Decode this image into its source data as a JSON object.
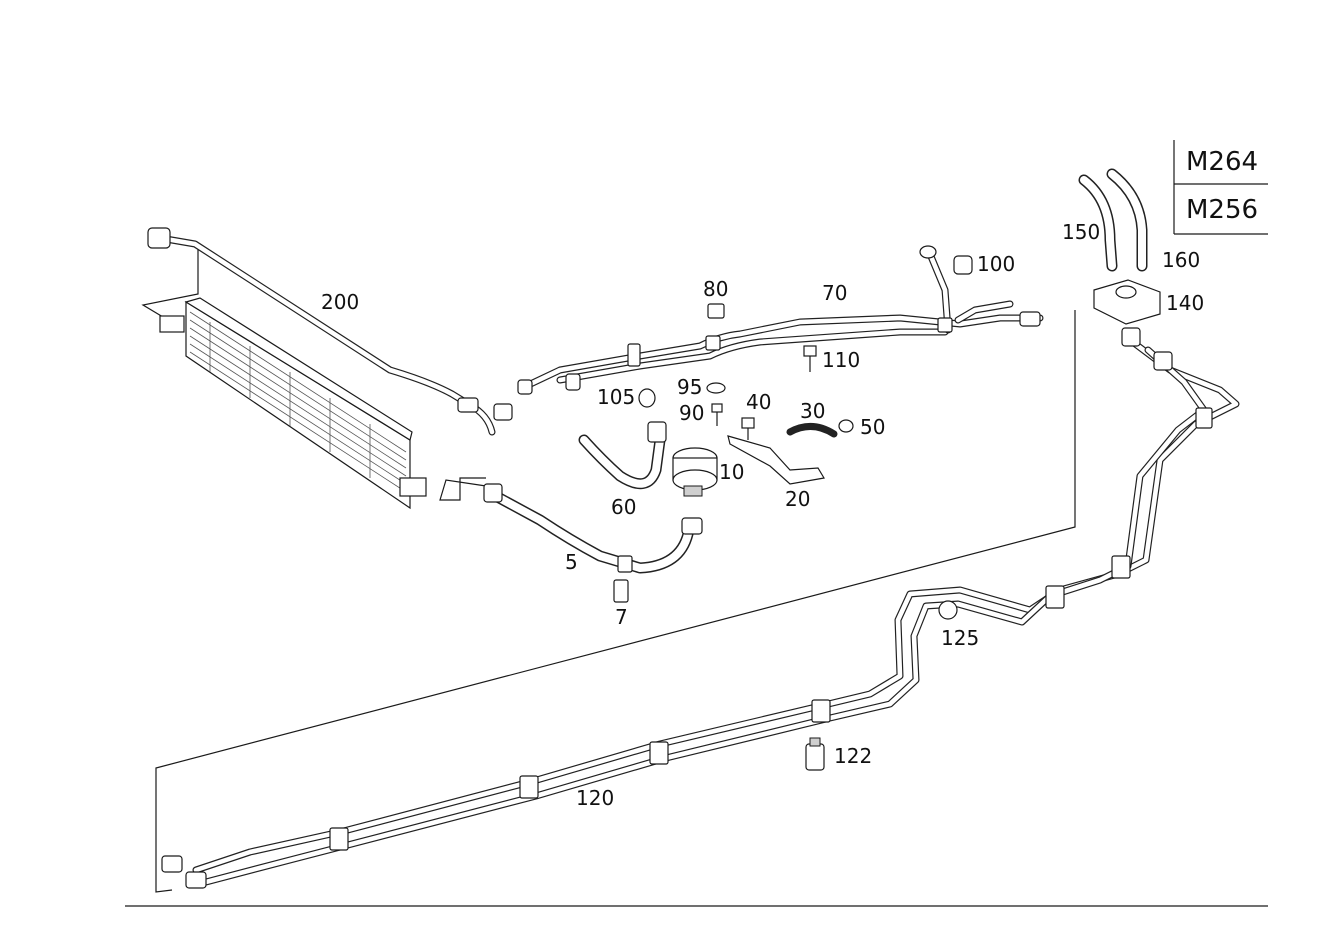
{
  "engine_codes": [
    "M264",
    "M256"
  ],
  "part_labels": [
    "200",
    "80",
    "70",
    "100",
    "150",
    "160",
    "140",
    "105",
    "95",
    "90",
    "40",
    "30",
    "50",
    "110",
    "10",
    "20",
    "60",
    "5",
    "7",
    "125",
    "122",
    "120"
  ]
}
